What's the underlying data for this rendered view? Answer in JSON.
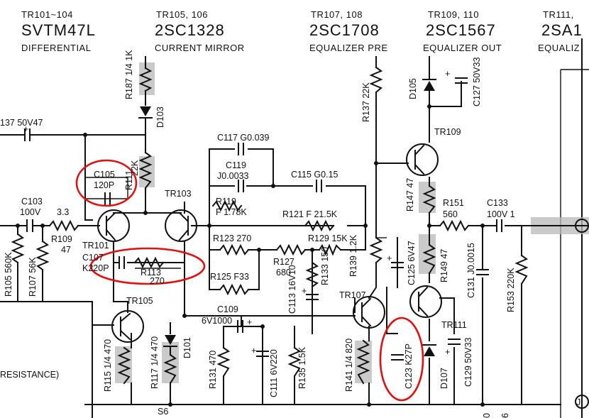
{
  "header": {
    "groups": [
      {
        "ref": "TR101~104",
        "part": "SVTM47L",
        "role": "DIFFERENTIAL"
      },
      {
        "ref": "TR105, 106",
        "part": "2SC1328",
        "role": "CURRENT MIRROR"
      },
      {
        "ref": "TR107, 108",
        "part": "2SC1708",
        "role": "EQUALIZER PRE"
      },
      {
        "ref": "TR109, 110",
        "part": "2SC1567",
        "role": "EQUALIZER OUT"
      },
      {
        "ref": "TR111,",
        "part": "2SA1",
        "role": "EQUALIZ"
      }
    ]
  },
  "labels": {
    "c137": "137  50V47",
    "r187": "R187 1/4 1K",
    "d103": "D103",
    "r111_val": "22K",
    "r111": "R111",
    "c105": "C105",
    "c105_val": "120P",
    "tr103": "TR103",
    "c117": "C117  G0.039",
    "c119": "C119",
    "c119_val": "J0.0033",
    "c115": "C115  G0.15",
    "r119": "R119",
    "r119_val": "F 1.78K",
    "r121": "R121  F 21.5K",
    "r123": "R123  270",
    "r129": "R129  15K",
    "r127": "R127",
    "r127_val": "680",
    "r125": "R125 F33",
    "r133": "R133 150",
    "c113": "C113 16V10",
    "r139": "R139 1.2K",
    "c125": "C125 6V47",
    "r137": "R137 22K",
    "d105": "D105",
    "c127": "C127 50V33",
    "tr109": "TR109",
    "r147": "R147 47",
    "r151": "R151",
    "r151_val": "560",
    "c133": "C133",
    "c133_val": "100V  1",
    "r149": "R149 47",
    "c131": "C131 J0.0015",
    "r153": "R153 220K",
    "c103": "C103",
    "c103_val": "100V",
    "r109_top": "3.3",
    "r109": "R109",
    "r109_val": "47",
    "tr101": "TR101",
    "c107": "C107",
    "c107_val": "K220P",
    "r113": "R113",
    "r113_val": "270",
    "r105": "R105  560K",
    "r107": "R107  56K",
    "tr105": "TR105",
    "c109": "C109",
    "c109_val": "6V1000",
    "c111": "C111 6V220",
    "r131": "R131 470",
    "r135": "R135 1.5K",
    "tr107": "TR107",
    "r115": "R115 1/4 470",
    "r117": "R117 1/4 470",
    "d101": "D101",
    "r141": "R141 1/4 820",
    "c123": "C123 K27P",
    "tr111": "TR111",
    "d107": "D107",
    "c129": "C129 50V33",
    "resistance": "RESISTANCE)",
    "s6": "S6",
    "edge_6": "6",
    "edge_0": "0",
    "edge_j": "J"
  }
}
